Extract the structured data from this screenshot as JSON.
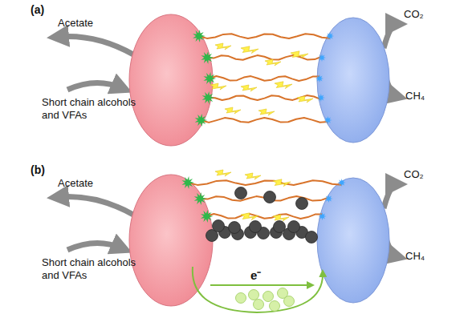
{
  "diagram": {
    "labels": [
      "(a)",
      "Acetate",
      "Short chain alcohols and VFAs",
      "CO₂",
      "CH₄",
      "(b)",
      "Acetate",
      "Short chain alcohols and VFAs",
      "CO₂",
      "CH₄",
      "e⁻"
    ]
  }
}
